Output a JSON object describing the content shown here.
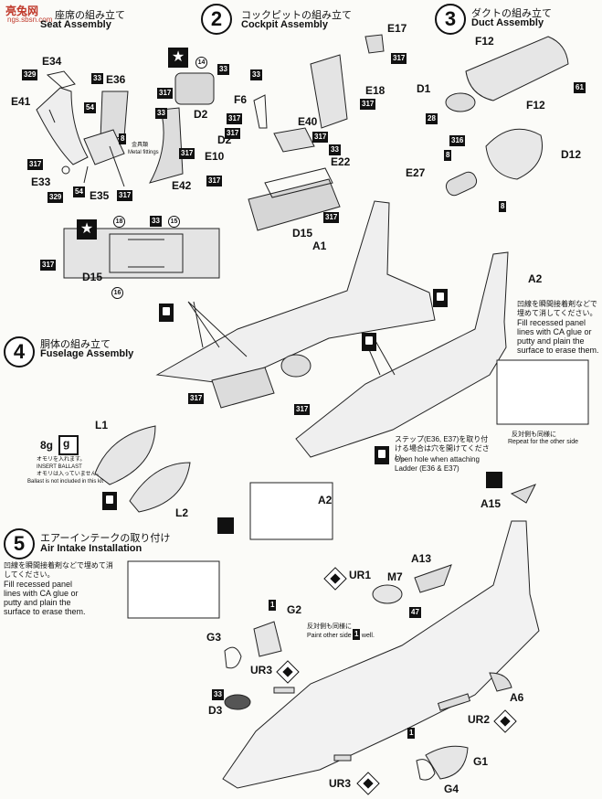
{
  "watermark": {
    "logo_text": "亮兔网",
    "url": "ngs.sbsn.com"
  },
  "step1": {
    "title_en": "Seat Assembly",
    "title_jp": "座席の組み立て",
    "metal_jp": "金具類",
    "metal_en": "Metal fittings"
  },
  "step2": {
    "number": "2",
    "title_jp": "コックピットの組み立て",
    "title_en": "Cockpit Assembly"
  },
  "step3": {
    "number": "3",
    "title_jp": "ダクトの組み立て",
    "title_en": "Duct Assembly"
  },
  "step4": {
    "number": "4",
    "title_jp": "胴体の組み立て",
    "title_en": "Fuselage Assembly",
    "ballast_value": "8g",
    "ballast_symbol": "g",
    "ballast_jp1": "オモリを入れます。",
    "ballast_en1": "INSERT BALLAST",
    "ballast_jp2": "オモリは入っていません。",
    "ballast_en2": "Ballast is not included in this kit",
    "recess_jp": "凹線を瞬間接着剤などで埋めて消してください。",
    "recess_en": "Fill recessed panel lines with CA glue or putty and plain the surface to erase them.",
    "repeat_jp": "反対側も同様に",
    "repeat_en": "Repeat for the other side",
    "step_note_jp": "ステップ(E36, E37)を取り付ける場合は穴を開けてください。",
    "step_note_en": "Open hole when attaching Ladder (E36 & E37)"
  },
  "step5": {
    "number": "5",
    "title_jp": "エアーインテークの取り付け",
    "title_en": "Air Intake Installation",
    "recess_jp": "凹線を瞬間接着剤などで埋めて消してください。",
    "recess_en": "Fill recessed panel lines with CA glue or putty and plain the surface to erase them.",
    "paint_jp": "反対側も同様に",
    "paint_en": "Paint other side as well."
  },
  "parts": {
    "E34": "E34",
    "E36": "E36",
    "E41": "E41",
    "E33": "E33",
    "E35": "E35",
    "E42": "E42",
    "E17": "E17",
    "E18": "E18",
    "F6": "F6",
    "D2a": "D2",
    "D2b": "D2",
    "E40": "E40",
    "E10": "E10",
    "E22": "E22",
    "D15a": "D15",
    "D15b": "D15",
    "A1": "A1",
    "F12a": "F12",
    "F12b": "F12",
    "D1": "D1",
    "D12": "D12",
    "E27": "E27",
    "A2a": "A2",
    "A2b": "A2",
    "L1": "L1",
    "L2": "L2",
    "A15": "A15",
    "UR1": "UR1",
    "M7": "M7",
    "A13": "A13",
    "G2": "G2",
    "G3": "G3",
    "UR3a": "UR3",
    "D3": "D3",
    "UR2": "UR2",
    "A6": "A6",
    "G1": "G1",
    "G4": "G4",
    "UR3b": "UR3"
  },
  "colors": {
    "c317": "317",
    "c329": "329",
    "c33": "33",
    "c8": "8",
    "c54": "54",
    "c14": "14",
    "c61": "61",
    "c28": "28",
    "c316": "316",
    "c18": "18",
    "c15": "15",
    "c16": "16",
    "c47": "47",
    "c1": "1"
  }
}
